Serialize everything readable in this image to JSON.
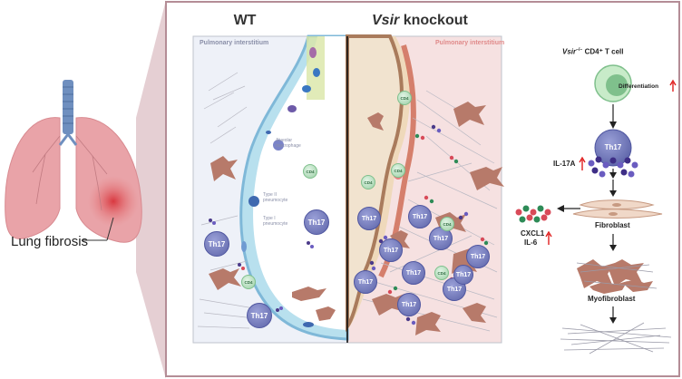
{
  "titles": {
    "wt": "WT",
    "knockout_gene": "Vsir",
    "knockout_suffix": " knockout"
  },
  "panel": {
    "interstitium_left": "Pulmonary interstitium",
    "interstitium_right": "Pulmonary interstitium",
    "alveolar_macrophage": "Alveolar macrophage",
    "type2": "Type II pneumocyte",
    "type1": "Type I pneumocyte"
  },
  "lung": {
    "label": "Lung fibrosis"
  },
  "cells": {
    "th17": "Th17",
    "cd4": "CD4"
  },
  "flow": {
    "top_gene": "Vsir",
    "top_superscript": "−/−",
    "top_suffix": " CD4⁺ T cell",
    "differentiation": "Differentiation",
    "th17": "Th17",
    "il17a": "IL-17A",
    "fibroblast": "Fibroblast",
    "cxcl1": "CXCL1",
    "il6": "IL-6",
    "myofibroblast": "Myofibroblast"
  },
  "colors": {
    "th17": "#7b82c4",
    "cd4": "#bfe3c6",
    "fibroblast": "#b77a6a",
    "arrow_up": "#e02020",
    "wt_bg": "#eef1f8",
    "ko_bg": "#f6e1e1"
  }
}
